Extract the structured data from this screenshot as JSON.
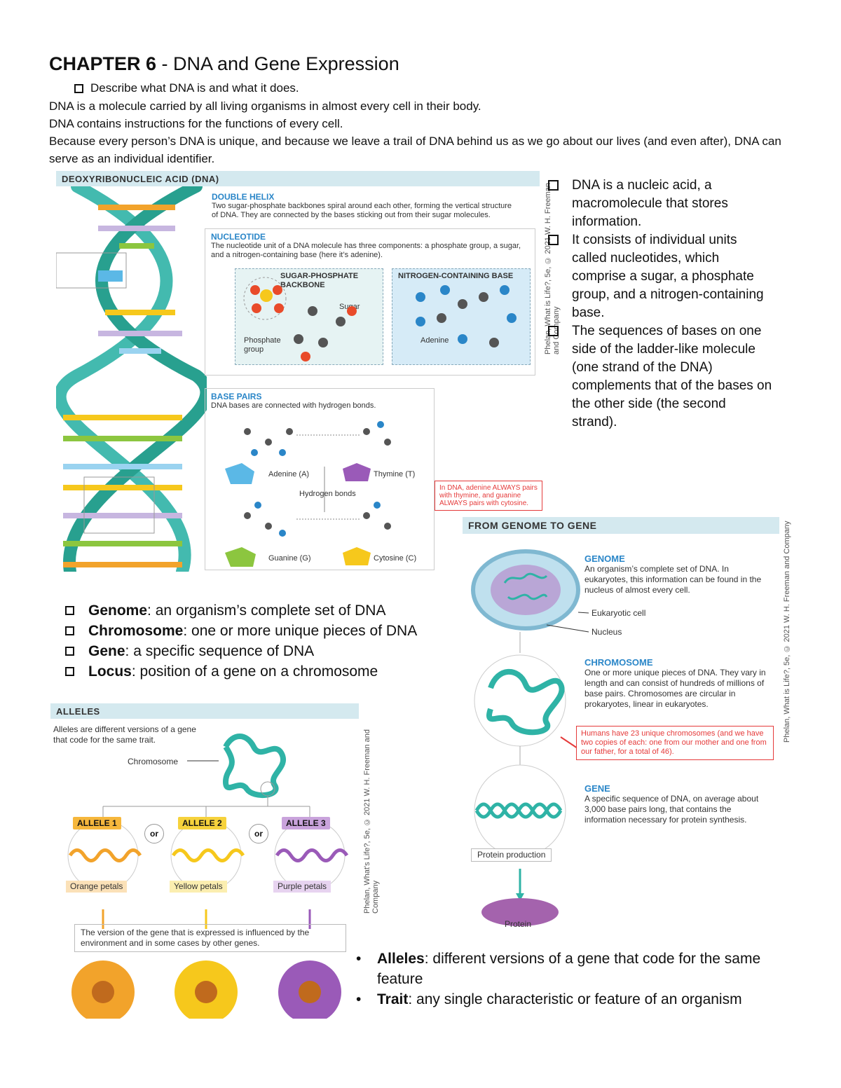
{
  "header": {
    "chapter": "CHAPTER 6",
    "title_rest": " - DNA and Gene Expression"
  },
  "intro": {
    "objective": "Describe what DNA is and what it does.",
    "line1": "DNA is a molecule carried by all living organisms in almost every cell in their body.",
    "line2": "DNA contains instructions for the functions of every cell.",
    "line3": "Because every person’s DNA is unique, and because we leave a trail of DNA behind us as we go about our lives (and even after), DNA can serve as an individual identifier."
  },
  "dna_figure": {
    "heading": "DEOXYRIBONUCLEIC ACID (DNA)",
    "double_helix_title": "DOUBLE HELIX",
    "double_helix_text": "Two sugar-phosphate backbones spiral around each other, forming the vertical structure of DNA. They are connected by the bases sticking out from their sugar molecules.",
    "nucleotide_title": "NUCLEOTIDE",
    "nucleotide_text": "The nucleotide unit of a DNA molecule has three components: a phosphate group, a sugar, and a nitrogen-containing base (here it’s adenine).",
    "backbone_label": "SUGAR-PHOSPHATE BACKBONE",
    "base_label": "NITROGEN-CONTAINING BASE",
    "sugar_label": "Sugar",
    "phosphate_label": "Phosphate group",
    "adenine_label": "Adenine",
    "base_pairs_title": "BASE PAIRS",
    "base_pairs_text": "DNA bases are connected with hydrogen bonds.",
    "adenine_pair": "Adenine (A)",
    "thymine_pair": "Thymine (T)",
    "guanine_pair": "Guanine (G)",
    "cytosine_pair": "Cytosine (C)",
    "hydrogen_bonds": "Hydrogen bonds",
    "pair_note": "In DNA, adenine ALWAYS pairs with thymine, and guanine ALWAYS pairs with cytosine.",
    "credit": "Phelan, What is Life?, 5e, © 2021 W. H. Freeman and Company"
  },
  "sidebar_points": [
    "DNA is a nucleic acid, a macromolecule that stores information.",
    "It consists of individual units called nucleotides, which comprise a sugar, a phosphate group, and a nitrogen-containing base.",
    "The sequences of bases on one side of the ladder-like molecule (one strand of the DNA) complements that of the bases on the other side (the second strand)."
  ],
  "definitions": [
    {
      "term": "Genome",
      "text": ": an organism’s complete set of DNA"
    },
    {
      "term": "Chromosome",
      "text": ": one or more unique pieces of DNA"
    },
    {
      "term": "Gene",
      "text": ": a specific sequence of DNA"
    },
    {
      "term": "Locus",
      "text": ": position of a gene on a chromosome"
    }
  ],
  "alleles_figure": {
    "heading": "ALLELES",
    "intro": "Alleles are different versions of a gene that code for the same trait.",
    "chromosome_label": "Chromosome",
    "allele1": "ALLELE 1",
    "allele2": "ALLELE 2",
    "allele3": "ALLELE 3",
    "or": "or",
    "orange": "Orange petals",
    "yellow": "Yellow petals",
    "purple": "Purple petals",
    "expression_note": "The version of the gene that is expressed is influenced by the environment and in some cases by other genes.",
    "credit": "Phelan, What's Life?, 5e, © 2021 W. H. Freeman and Company"
  },
  "genome_figure": {
    "heading": "FROM GENOME TO GENE",
    "genome_title": "GENOME",
    "genome_text": "An organism’s complete set of DNA. In eukaryotes, this information can be found in the nucleus of almost every cell.",
    "cell_label": "Eukaryotic cell",
    "nucleus_label": "Nucleus",
    "chromosome_title": "CHROMOSOME",
    "chromosome_text": "One or more unique pieces of DNA. They vary in length and can consist of hundreds of millions of base pairs. Chromosomes are circular in prokaryotes, linear in eukaryotes.",
    "human_note": "Humans have 23 unique chromosomes (and we have two copies of each: one from our mother and one from our father, for a total of 46).",
    "gene_title": "GENE",
    "gene_text": "A specific sequence of DNA, on average about 3,000 base pairs long, that contains the information necessary for protein synthesis.",
    "protein_production": "Protein production",
    "protein": "Protein",
    "credit": "Phelan, What is Life?, 5e, © 2021 W. H. Freeman and Company"
  },
  "bullet_defs": [
    {
      "term": "Alleles",
      "text": ": different versions of a gene that code for the same feature"
    },
    {
      "term": "Trait",
      "text": ": any single characteristic or feature of an organism"
    }
  ],
  "colors": {
    "helix_teal": "#2fb3a6",
    "panel_blue": "#d4e9ef",
    "heading_blue": "#2a86c8",
    "note_red": "#e53a3a",
    "orange": "#f2a32b",
    "yellow": "#f6c81c",
    "purple": "#9a5ab8"
  }
}
